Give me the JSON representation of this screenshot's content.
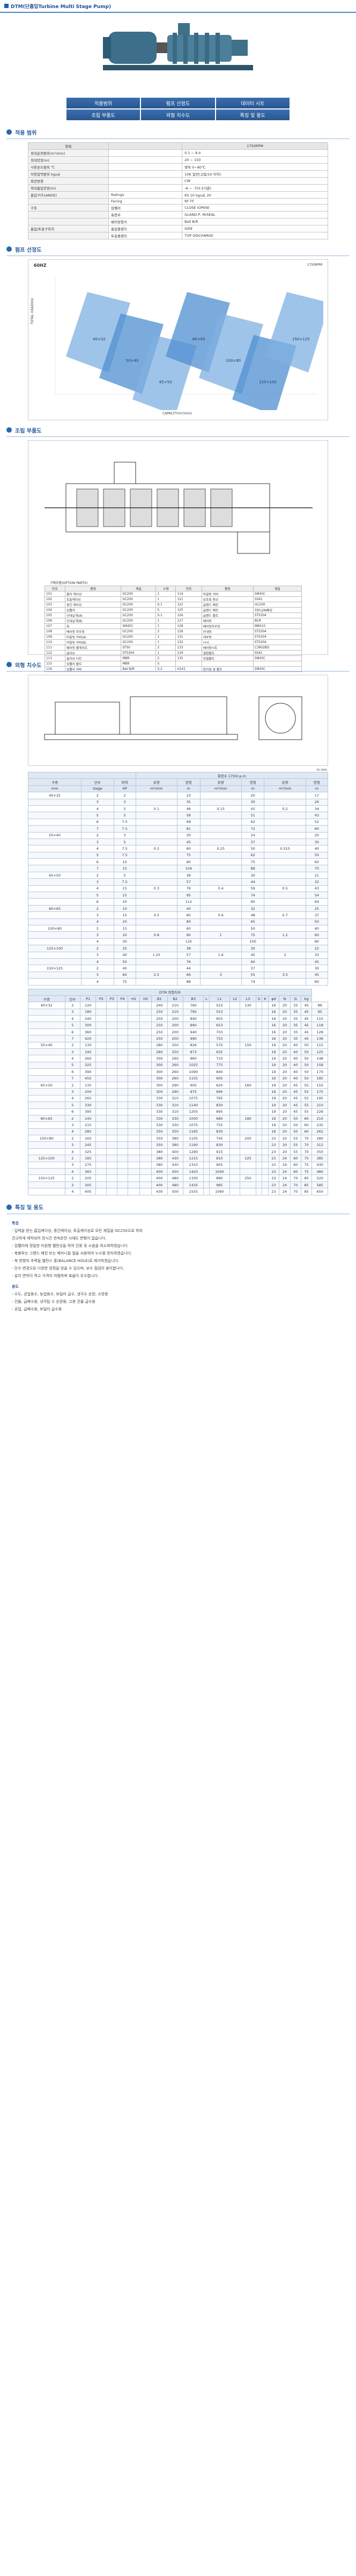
{
  "header": {
    "title": "DTM(단흡입Turbine Multi Stage Pump)"
  },
  "nav": [
    [
      "적용범위",
      "펌프 선정도",
      "데이터 시트"
    ],
    [
      "조립 부품도",
      "외형 치수도",
      "특징 및 용도"
    ]
  ],
  "sections": {
    "application": "적용 범위",
    "selection": "펌프 선정도",
    "assembly": "조립 부품도",
    "dimension": "외형 치수도",
    "features": "특징 및 용도"
  },
  "spec": {
    "header": [
      "항목",
      "",
      "1750RPM"
    ],
    "rows": [
      [
        "최대운전범위(m³/min)",
        "",
        "0.1 ~ 8.4"
      ],
      [
        "최대양정(m)",
        "",
        "20 ~ 150"
      ],
      [
        "사용온도범위 ℃",
        "",
        "영하 0~80℃"
      ],
      [
        "허용압력범위 kg/㎠",
        "",
        "10K 일반(고압/10 이하)"
      ],
      [
        "회전방향",
        "",
        "CW"
      ],
      [
        "최대흡입양정(m)",
        "",
        "-6 ~ -7(0.5기준)"
      ],
      [
        "흡입구(FLANGE)",
        "Ratings",
        "KS 10 kg/㎠, 20"
      ],
      [
        "",
        "Facing",
        "RF FF"
      ],
      [
        "구조",
        "임펠러",
        "CLOSE (OPEN)"
      ],
      [
        "",
        "축봉부",
        "GLAND.P, M/SEAL"
      ],
      [
        "",
        "베어링형식",
        "Ball B/R"
      ],
      [
        "흡입/토출구위치",
        "흡입플랜지",
        "SIDE"
      ],
      [
        "",
        "토출플랜지",
        "TOP DISCHARGE"
      ]
    ]
  },
  "chart": {
    "title": "60HZ",
    "rpm": "1750RPM",
    "xlabel": "CAPACITY(m³/min)",
    "ylabel": "TOTAL HEAD(m)",
    "regions": [
      "40×32",
      "50×40",
      "65×50",
      "80×65",
      "100×80",
      "125×100",
      "150×125"
    ]
  },
  "parts": {
    "caption": "구매부품(OPTION PARTS)",
    "header": [
      "번호",
      "품명",
      "재질",
      "수량",
      "번호",
      "품명",
      "재질"
    ],
    "rows": [
      [
        "101",
        "볼라 케이싱",
        "GC200",
        "1",
        "114",
        "마찰링 커버",
        "SM45C"
      ],
      [
        "102",
        "토출케이싱",
        "GC200",
        "1",
        "121",
        "보호축 튜브",
        "SS41"
      ],
      [
        "103",
        "중간 케이싱",
        "GC200",
        "S-1",
        "122",
        "글랜드 패킹",
        "GC200"
      ],
      [
        "104",
        "임펠러",
        "GC200",
        "S",
        "125",
        "글랜드 패킹",
        "TEFLON패킹"
      ],
      [
        "105",
        "안내날개(A)",
        "GC200",
        "S-1",
        "126",
        "글랜드 볼트",
        "STS304"
      ],
      [
        "106",
        "안내날개(B)",
        "GC200",
        "1",
        "127",
        "베어링",
        "BCR"
      ],
      [
        "107",
        "축",
        "SM45C",
        "1",
        "128",
        "베어링하우징",
        "MR010"
      ],
      [
        "108",
        "베어링 하우징",
        "GC200",
        "2",
        "129",
        "안내링",
        "STS304"
      ],
      [
        "109",
        "마찰링 커버(A)",
        "GC200",
        "1",
        "131",
        "내부링",
        "STS304"
      ],
      [
        "110",
        "마찰링 커버(B)",
        "GC200",
        "1",
        "132",
        "나사",
        "STS304"
      ],
      [
        "111",
        "웨어링 플레이트",
        "STS0",
        "2",
        "133",
        "베어링너트",
        "C3602BD"
      ],
      [
        "112",
        "슬리브",
        "STS304",
        "1",
        "134",
        "결합볼트",
        "SS41"
      ],
      [
        "113",
        "슬리브 너트",
        "MBR",
        "2",
        "135",
        "연결볼트",
        "SM45C"
      ],
      [
        "115",
        "임펠러 볼트",
        "MBR",
        "S",
        "",
        "",
        ""
      ],
      [
        "116",
        "임펠러 커버",
        "Ball B/R",
        "S-2",
        "H141",
        "원지점 및 볼트",
        "SM45C"
      ]
    ]
  },
  "dim1": {
    "unit": "in mm",
    "group_header": "회전수 1750r.p.m",
    "header": [
      "구경",
      "단수",
      "마력",
      "유량",
      "양정",
      "유량",
      "양정",
      "유량",
      "양정"
    ],
    "sub": [
      "mm",
      "stage",
      "HP",
      "m³/min",
      "m",
      "m³/min",
      "m",
      "m³/min",
      "m"
    ],
    "rows": [
      [
        "40×32",
        "2",
        "2",
        "",
        "23",
        "",
        "20",
        "",
        "17"
      ],
      [
        "",
        "3",
        "3",
        "",
        "35",
        "",
        "30",
        "",
        "26"
      ],
      [
        "",
        "4",
        "5",
        "0.1",
        "46",
        "0.15",
        "41",
        "0.2",
        "34"
      ],
      [
        "",
        "5",
        "5",
        "",
        "58",
        "",
        "51",
        "",
        "43"
      ],
      [
        "",
        "6",
        "7.5",
        "",
        "69",
        "",
        "62",
        "",
        "52"
      ],
      [
        "",
        "7",
        "7.5",
        "",
        "81",
        "",
        "72",
        "",
        "60"
      ],
      [
        "50×40",
        "2",
        "3",
        "",
        "30",
        "",
        "24",
        "",
        "20"
      ],
      [
        "",
        "3",
        "5",
        "",
        "45",
        "",
        "37",
        "",
        "30"
      ],
      [
        "",
        "4",
        "7.5",
        "0.2",
        "60",
        "0.25",
        "50",
        "0.315",
        "40"
      ],
      [
        "",
        "5",
        "7.5",
        "",
        "75",
        "",
        "62",
        "",
        "50"
      ],
      [
        "",
        "6",
        "10",
        "",
        "90",
        "",
        "75",
        "",
        "60"
      ],
      [
        "",
        "7",
        "15",
        "",
        "104",
        "",
        "88",
        "",
        "70"
      ],
      [
        "65×50",
        "2",
        "5",
        "",
        "38",
        "",
        "30",
        "",
        "21"
      ],
      [
        "",
        "3",
        "7.5",
        "",
        "57",
        "",
        "44",
        "",
        "32"
      ],
      [
        "",
        "4",
        "15",
        "0.3",
        "76",
        "0.4",
        "59",
        "0.5",
        "43"
      ],
      [
        "",
        "5",
        "15",
        "",
        "95",
        "",
        "74",
        "",
        "54"
      ],
      [
        "",
        "6",
        "20",
        "",
        "112",
        "",
        "90",
        "",
        "64"
      ],
      [
        "80×65",
        "2",
        "10",
        "",
        "40",
        "",
        "32",
        "",
        "25"
      ],
      [
        "",
        "3",
        "15",
        "0.5",
        "60",
        "0.6",
        "48",
        "0.7",
        "37"
      ],
      [
        "",
        "4",
        "20",
        "",
        "80",
        "",
        "65",
        "",
        "50"
      ],
      [
        "100×80",
        "2",
        "15",
        "",
        "60",
        "",
        "50",
        "",
        "40"
      ],
      [
        "",
        "3",
        "20",
        "0.8",
        "90",
        "1",
        "75",
        "1.2",
        "60"
      ],
      [
        "",
        "4",
        "30",
        "",
        "120",
        "",
        "100",
        "",
        "80"
      ],
      [
        "125×100",
        "2",
        "25",
        "",
        "38",
        "",
        "30",
        "",
        "22"
      ],
      [
        "",
        "3",
        "40",
        "1.25",
        "57",
        "1.6",
        "45",
        "2",
        "33"
      ],
      [
        "",
        "4",
        "50",
        "",
        "76",
        "",
        "60",
        "",
        "45"
      ],
      [
        "150×125",
        "2",
        "40",
        "",
        "44",
        "",
        "37",
        "",
        "30"
      ],
      [
        "",
        "3",
        "60",
        "2.5",
        "66",
        "3",
        "55",
        "3.5",
        "45"
      ],
      [
        "",
        "4",
        "75",
        "",
        "88",
        "",
        "74",
        "",
        "60"
      ]
    ]
  },
  "dim2": {
    "group_header": "DTM 외형치수",
    "header": [
      "구경",
      "단수",
      "P1",
      "P2",
      "P3",
      "P4",
      "H1",
      "H2",
      "B1",
      "B2",
      "B3",
      "L",
      "L1",
      "L2",
      "L3",
      "S",
      "K",
      "φd",
      "N",
      "G",
      "kg"
    ],
    "rows": [
      [
        "40×32",
        "2",
        "120",
        "",
        "",
        "",
        "",
        "",
        "240",
        "210",
        "760",
        "",
        "523",
        "",
        "130",
        "",
        "",
        "16",
        "20",
        "35",
        "45",
        "86"
      ],
      [
        "",
        "3",
        "180",
        "",
        "",
        "",
        "",
        "",
        "250",
        "210",
        "790",
        "",
        "553",
        "",
        "",
        "",
        "",
        "16",
        "20",
        "35",
        "45",
        "95"
      ],
      [
        "",
        "4",
        "240",
        "",
        "",
        "",
        "",
        "",
        "250",
        "200",
        "840",
        "",
        "603",
        "",
        "",
        "",
        "",
        "16",
        "20",
        "35",
        "45",
        "110"
      ],
      [
        "",
        "5",
        "300",
        "",
        "",
        "",
        "",
        "",
        "250",
        "200",
        "890",
        "",
        "653",
        "",
        "",
        "",
        "",
        "16",
        "20",
        "35",
        "45",
        "118"
      ],
      [
        "",
        "6",
        "360",
        "",
        "",
        "",
        "",
        "",
        "250",
        "200",
        "940",
        "",
        "703",
        "",
        "",
        "",
        "",
        "16",
        "20",
        "35",
        "45",
        "128"
      ],
      [
        "",
        "7",
        "420",
        "",
        "",
        "",
        "",
        "",
        "250",
        "200",
        "990",
        "",
        "753",
        "",
        "",
        "",
        "",
        "16",
        "20",
        "35",
        "45",
        "136"
      ],
      [
        "50×40",
        "2",
        "130",
        "",
        "",
        "",
        "",
        "",
        "280",
        "250",
        "826",
        "",
        "570",
        "",
        "150",
        "",
        "",
        "19",
        "20",
        "40",
        "50",
        "115"
      ],
      [
        "",
        "3",
        "195",
        "",
        "",
        "",
        "",
        "",
        "280",
        "250",
        "873",
        "",
        "635",
        "",
        "",
        "",
        "",
        "19",
        "20",
        "40",
        "50",
        "125"
      ],
      [
        "",
        "4",
        "260",
        "",
        "",
        "",
        "",
        "",
        "300",
        "260",
        "960",
        "",
        "710",
        "",
        "",
        "",
        "",
        "19",
        "20",
        "40",
        "50",
        "148"
      ],
      [
        "",
        "5",
        "325",
        "",
        "",
        "",
        "",
        "",
        "300",
        "260",
        "1025",
        "",
        "775",
        "",
        "",
        "",
        "",
        "19",
        "20",
        "40",
        "50",
        "158"
      ],
      [
        "",
        "6",
        "390",
        "",
        "",
        "",
        "",
        "",
        "300",
        "260",
        "1090",
        "",
        "840",
        "",
        "",
        "",
        "",
        "19",
        "20",
        "40",
        "50",
        "170"
      ],
      [
        "",
        "7",
        "455",
        "",
        "",
        "",
        "",
        "",
        "300",
        "260",
        "1155",
        "",
        "905",
        "",
        "",
        "",
        "",
        "19",
        "20",
        "40",
        "50",
        "185"
      ],
      [
        "65×50",
        "2",
        "135",
        "",
        "",
        "",
        "",
        "",
        "300",
        "290",
        "905",
        "",
        "620",
        "",
        "160",
        "",
        "",
        "19",
        "20",
        "45",
        "55",
        "155"
      ],
      [
        "",
        "3",
        "200",
        "",
        "",
        "",
        "",
        "",
        "300",
        "290",
        "975",
        "",
        "690",
        "",
        "",
        "",
        "",
        "19",
        "20",
        "45",
        "55",
        "175"
      ],
      [
        "",
        "4",
        "265",
        "",
        "",
        "",
        "",
        "",
        "330",
        "310",
        "1075",
        "",
        "765",
        "",
        "",
        "",
        "",
        "19",
        "20",
        "45",
        "55",
        "195"
      ],
      [
        "",
        "5",
        "330",
        "",
        "",
        "",
        "",
        "",
        "330",
        "310",
        "1140",
        "",
        "830",
        "",
        "",
        "",
        "",
        "19",
        "20",
        "45",
        "55",
        "210"
      ],
      [
        "",
        "6",
        "395",
        "",
        "",
        "",
        "",
        "",
        "330",
        "310",
        "1205",
        "",
        "895",
        "",
        "",
        "",
        "",
        "19",
        "20",
        "45",
        "55",
        "228"
      ],
      [
        "80×65",
        "2",
        "145",
        "",
        "",
        "",
        "",
        "",
        "330",
        "330",
        "1000",
        "",
        "680",
        "",
        "180",
        "",
        "",
        "19",
        "20",
        "50",
        "60",
        "210"
      ],
      [
        "",
        "3",
        "215",
        "",
        "",
        "",
        "",
        "",
        "330",
        "330",
        "1075",
        "",
        "755",
        "",
        "",
        "",
        "",
        "19",
        "20",
        "50",
        "60",
        "235"
      ],
      [
        "",
        "4",
        "285",
        "",
        "",
        "",
        "",
        "",
        "350",
        "350",
        "1165",
        "",
        "830",
        "",
        "",
        "",
        "",
        "19",
        "20",
        "50",
        "60",
        "262"
      ],
      [
        "100×80",
        "2",
        "165",
        "",
        "",
        "",
        "",
        "",
        "350",
        "380",
        "1105",
        "",
        "745",
        "",
        "200",
        "",
        "",
        "23",
        "20",
        "55",
        "70",
        "280"
      ],
      [
        "",
        "3",
        "245",
        "",
        "",
        "",
        "",
        "",
        "350",
        "380",
        "1190",
        "",
        "830",
        "",
        "",
        "",
        "",
        "23",
        "20",
        "55",
        "70",
        "312"
      ],
      [
        "",
        "4",
        "325",
        "",
        "",
        "",
        "",
        "",
        "380",
        "400",
        "1290",
        "",
        "915",
        "",
        "",
        "",
        "",
        "23",
        "20",
        "55",
        "70",
        "350"
      ],
      [
        "125×100",
        "2",
        "185",
        "",
        "",
        "",
        "",
        "",
        "380",
        "430",
        "1215",
        "",
        "810",
        "",
        "225",
        "",
        "",
        "23",
        "24",
        "60",
        "75",
        "385"
      ],
      [
        "",
        "3",
        "275",
        "",
        "",
        "",
        "",
        "",
        "380",
        "430",
        "1310",
        "",
        "905",
        "",
        "",
        "",
        "",
        "23",
        "24",
        "60",
        "75",
        "430"
      ],
      [
        "",
        "4",
        "365",
        "",
        "",
        "",
        "",
        "",
        "400",
        "450",
        "1420",
        "",
        "1000",
        "",
        "",
        "",
        "",
        "23",
        "24",
        "60",
        "75",
        "480"
      ],
      [
        "150×125",
        "2",
        "205",
        "",
        "",
        "",
        "",
        "",
        "400",
        "480",
        "1330",
        "",
        "880",
        "",
        "250",
        "",
        "",
        "23",
        "24",
        "70",
        "85",
        "520"
      ],
      [
        "",
        "3",
        "305",
        "",
        "",
        "",
        "",
        "",
        "400",
        "480",
        "1435",
        "",
        "985",
        "",
        "",
        "",
        "",
        "23",
        "24",
        "70",
        "85",
        "585"
      ],
      [
        "",
        "4",
        "405",
        "",
        "",
        "",
        "",
        "",
        "430",
        "500",
        "1555",
        "",
        "1090",
        "",
        "",
        "",
        "",
        "23",
        "24",
        "70",
        "85",
        "650"
      ]
    ]
  },
  "features": {
    "feat_title": "특징",
    "feat": [
      "- 입력을 받는 흡입케이싱, 중간케이싱, 토출케이싱로 모든 재질을 GC250으로 하여",
      "  견고하게 제작되어 장시간 연속운전 시에도 변형이 없습니다.",
      "- 임펠러에 정밀한 타원형 밸런싱을 하여 진동 및 소음을 최소화하였습니다.",
      "- 축봉부는 그랜드 패킹 또는 메카니컬 씰을 사용하여 누수를 방지하였습니다.",
      "- 축 방향의 추력을 밸런스 홀(BALANCE HOLE)로 제거하였습니다.",
      "- 단수 변경으로 다양한 양정을 얻을 수 있으며, 보수 점검이 용이합니다.",
      "- 설치 면적이 적고 가격이 저렴하며 효율이 우수합니다."
    ],
    "use_title": "용도",
    "use": [
      "- 수도, 공업용수, 농업용수, 보일러 급수, 냉각수 순환, 소방용",
      "- 건물, 급배수용, 냉각탑 수 순환용, 고층 건물 급수용",
      "- 공업, 급배수용, 보일러 급수용"
    ]
  }
}
